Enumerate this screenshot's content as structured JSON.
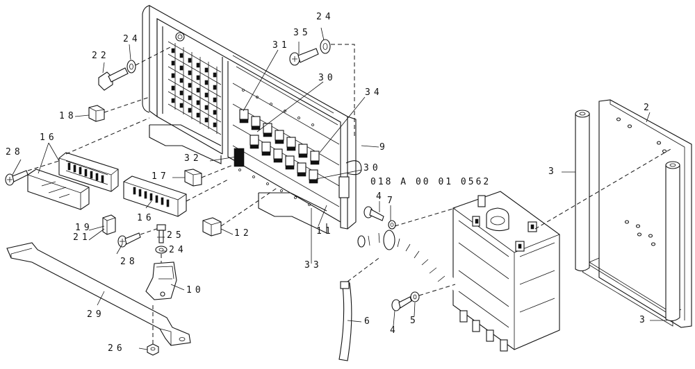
{
  "diagram": {
    "drawing_code": "018 A 00 01 0562",
    "callouts": {
      "c2": "2",
      "c3a": "3",
      "c3b": "3",
      "c4a": "4",
      "c4b": "4",
      "c5": "5",
      "c6": "6",
      "c7": "7",
      "c9": "9",
      "c10": "10",
      "c11": "11",
      "c12": "12",
      "c16a": "16",
      "c16b": "16",
      "c17": "17",
      "c18": "18",
      "c19": "19",
      "c21": "21",
      "c22": "22",
      "c24a": "24",
      "c24b": "24",
      "c24c": "24",
      "c25": "25",
      "c26": "26",
      "c28a": "28",
      "c28b": "28",
      "c29": "29",
      "c30a": "30",
      "c30b": "30",
      "c31": "31",
      "c32": "32",
      "c33": "33",
      "c34": "34",
      "c35": "35"
    }
  }
}
